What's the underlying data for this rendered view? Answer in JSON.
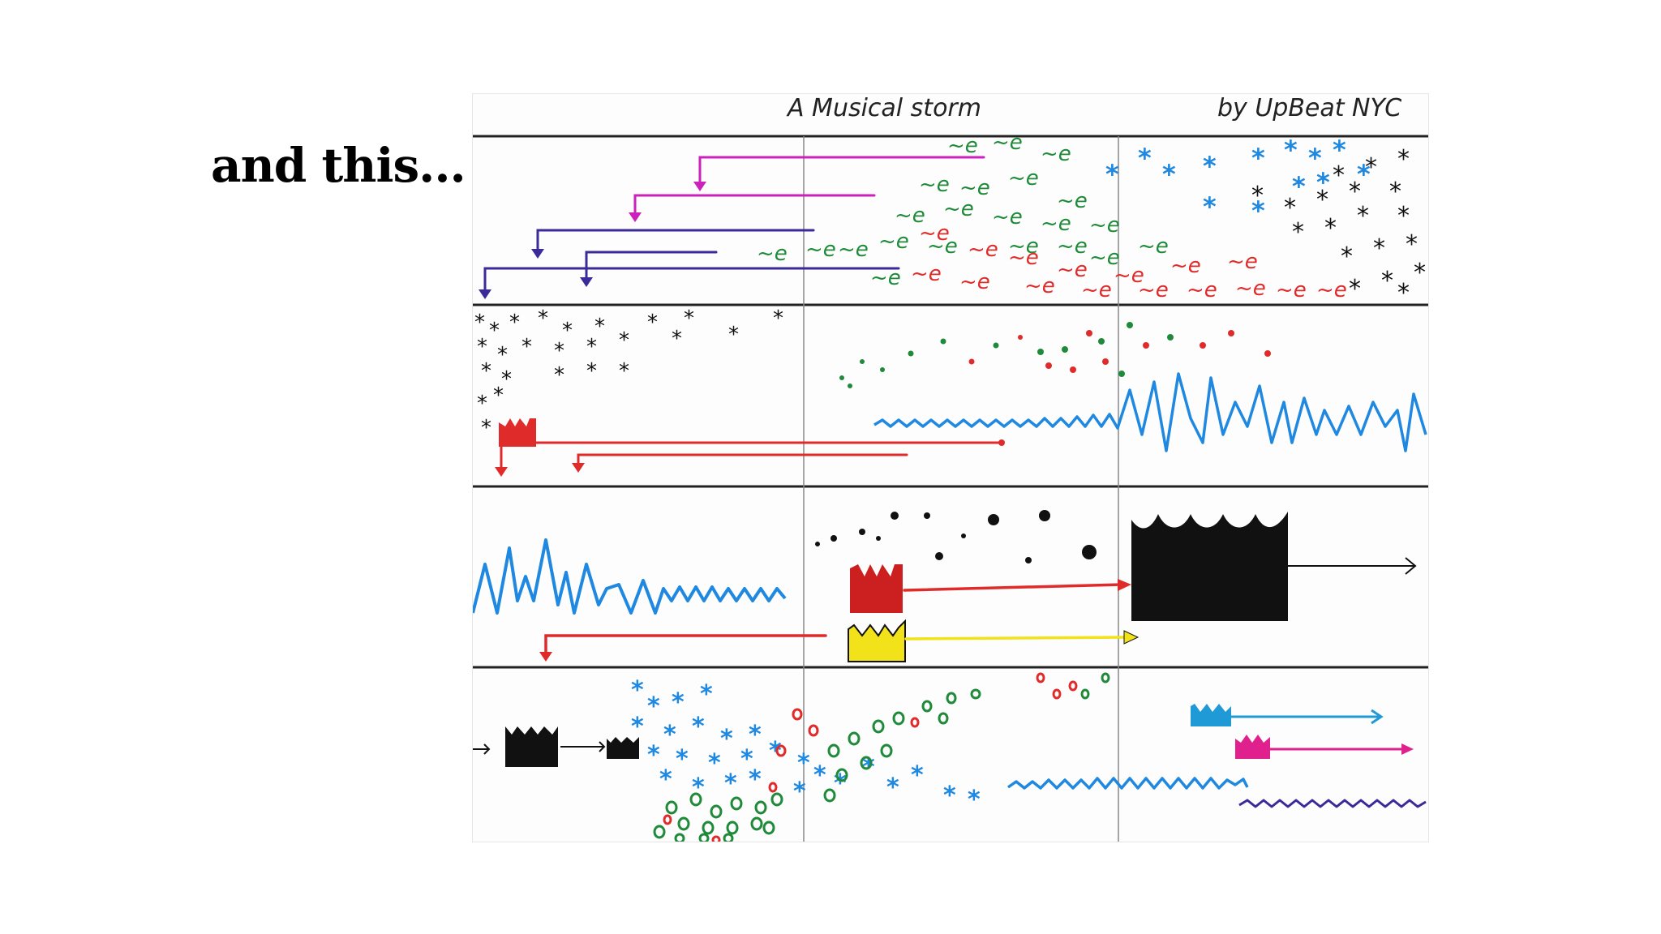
{
  "slide": {
    "heading": "and this..."
  },
  "score": {
    "title": "A Musical storm",
    "credit": "by UpBeat NYC",
    "colors": {
      "ink": "#111111",
      "magenta": "#cc22bb",
      "purple": "#3a2a9a",
      "green": "#1f8a3a",
      "red": "#e02b2b",
      "blue": "#1f88e0",
      "yellow": "#f2e21a",
      "cyan": "#1f9ad6",
      "pink": "#e0208c"
    }
  }
}
